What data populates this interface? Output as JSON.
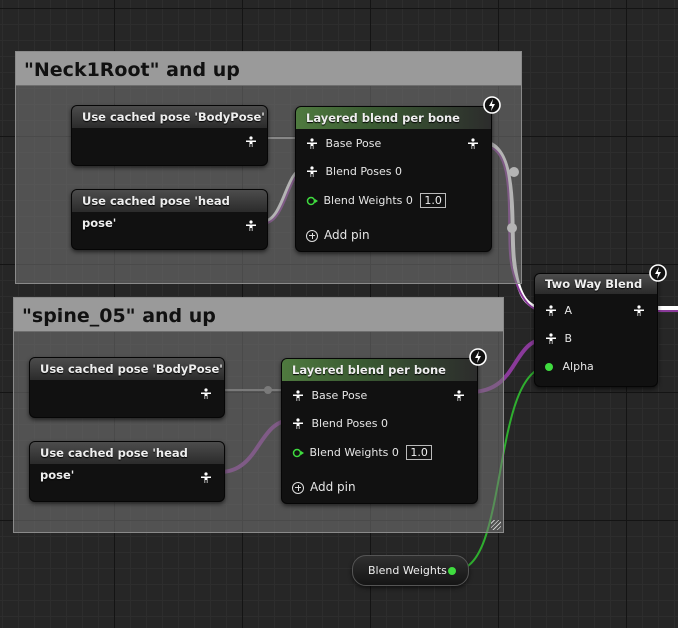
{
  "colors": {
    "pose_wire": "#ffffff",
    "pose_wire_inactive": "#8a3a9a",
    "float_wire": "#2fae2f",
    "float_pin": "#3fdc3f",
    "layered_header": "#4f7a3f"
  },
  "comments": [
    {
      "title": "\"Neck1Root\" and up"
    },
    {
      "title": "\"spine_05\" and up"
    }
  ],
  "nodes": {
    "cache_body_1": {
      "title": "Use cached pose 'BodyPose'"
    },
    "cache_head_1": {
      "title": "Use cached pose 'head pose'"
    },
    "layered_1": {
      "title": "Layered blend per bone",
      "pins": {
        "base_pose": "Base Pose",
        "blend_poses": "Blend Poses 0",
        "blend_weights": "Blend Weights 0",
        "blend_weights_value": "1.0",
        "add_pin": "Add pin"
      }
    },
    "cache_body_2": {
      "title": "Use cached pose 'BodyPose'"
    },
    "cache_head_2": {
      "title": "Use cached pose 'head pose'"
    },
    "layered_2": {
      "title": "Layered blend per bone",
      "pins": {
        "base_pose": "Base Pose",
        "blend_poses": "Blend Poses 0",
        "blend_weights": "Blend Weights 0",
        "blend_weights_value": "1.0",
        "add_pin": "Add pin"
      }
    },
    "two_way": {
      "title": "Two Way Blend",
      "pins": {
        "a": "A",
        "b": "B",
        "alpha": "Alpha"
      }
    },
    "blend_weights_var": {
      "title": "Blend Weights"
    }
  },
  "icons": {
    "pose_pin": "pose-pin-icon",
    "fast_path": "lightning-icon",
    "add_pin": "add-pin-icon",
    "float_pin": "float-pin-icon"
  }
}
